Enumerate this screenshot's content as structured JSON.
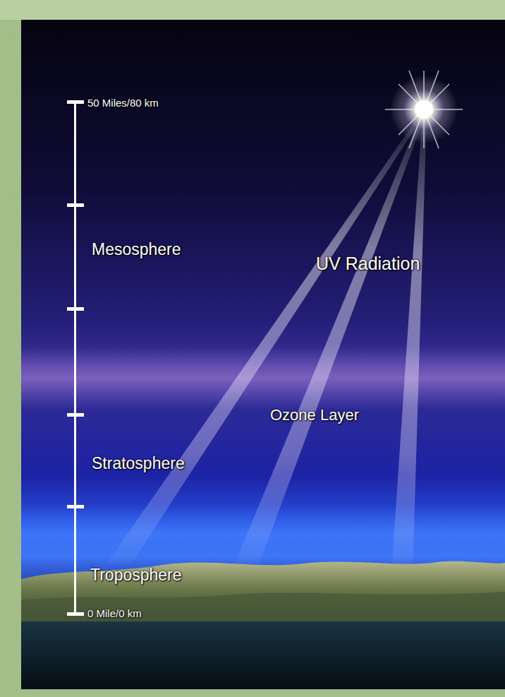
{
  "diagram": {
    "labels": [
      "50 Miles/80 km",
      "Mesosphere",
      "UV Radiation",
      "Ozone Layer",
      "Stratosphere",
      "Troposphere",
      "0 Mile/0 km"
    ]
  }
}
